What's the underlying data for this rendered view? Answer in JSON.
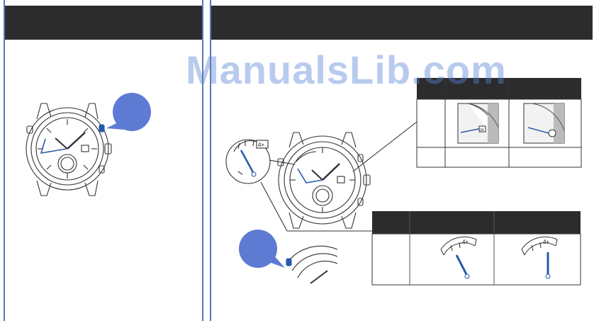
{
  "watermark": "ManualsLib.com",
  "figure_labels": {
    "indicator_mark": "4+",
    "date_mark": "04"
  },
  "colors": {
    "header": "#2c2c2c",
    "panel_border": "#5a78b4",
    "callout_blue": "#5e7bd4",
    "hand_blue": "#2a5aa8"
  }
}
